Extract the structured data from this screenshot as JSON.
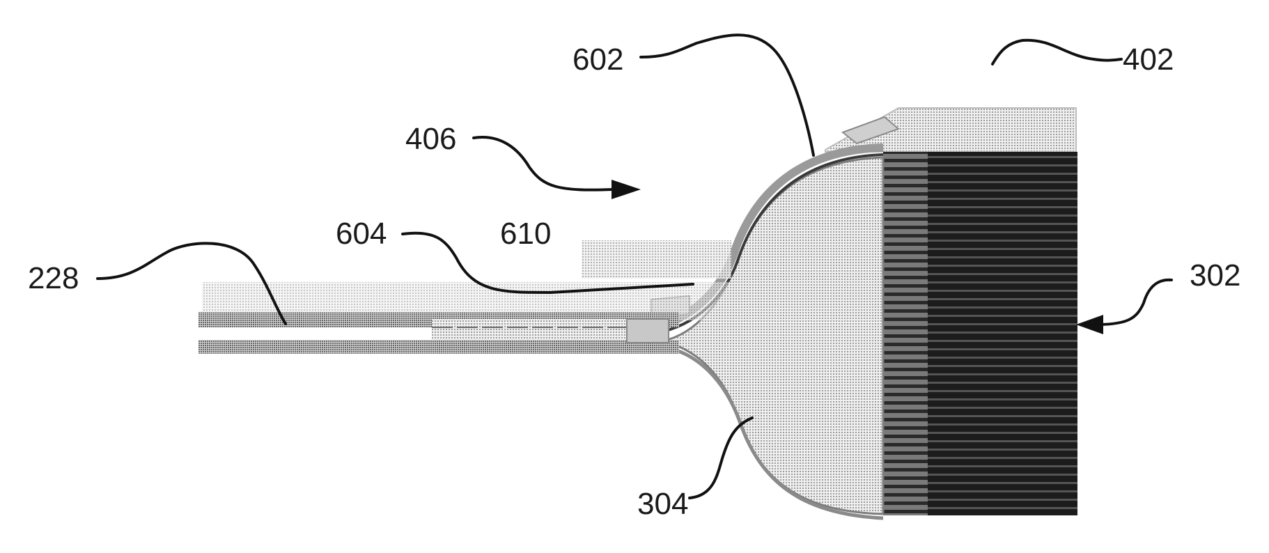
{
  "figure": {
    "labels": {
      "l228": "228",
      "l302": "302",
      "l304": "304",
      "l402": "402",
      "l406": "406",
      "l602": "602",
      "l604": "604",
      "l610": "610"
    },
    "colors": {
      "background": "#ffffff",
      "ink": "#111111",
      "light_fill": "#dedede",
      "medium_fill": "#b8b8b8",
      "dark_fill": "#2a2a2a",
      "stipple": "#9a9a9a"
    }
  }
}
